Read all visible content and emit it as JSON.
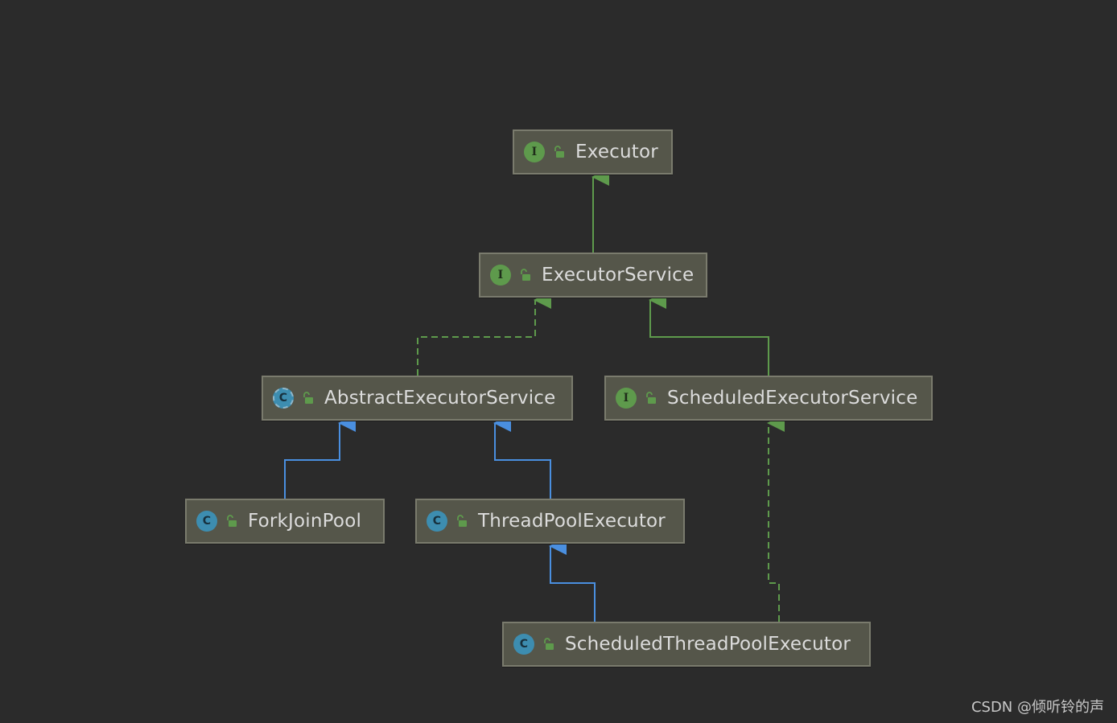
{
  "nodes": {
    "executor": {
      "kind_letter": "I",
      "label": "Executor"
    },
    "executor_service": {
      "kind_letter": "I",
      "label": "ExecutorService"
    },
    "abstract_executor_service": {
      "kind_letter": "C",
      "label": "AbstractExecutorService"
    },
    "scheduled_executor_service": {
      "kind_letter": "I",
      "label": "ScheduledExecutorService"
    },
    "fork_join_pool": {
      "kind_letter": "C",
      "label": "ForkJoinPool"
    },
    "thread_pool_executor": {
      "kind_letter": "C",
      "label": "ThreadPoolExecutor"
    },
    "scheduled_thread_pool_executor": {
      "kind_letter": "C",
      "label": "ScheduledThreadPoolExecutor"
    }
  },
  "edges": [
    {
      "from": "executor_service",
      "to": "executor",
      "type": "extends-interface"
    },
    {
      "from": "abstract_executor_service",
      "to": "executor_service",
      "type": "implements"
    },
    {
      "from": "scheduled_executor_service",
      "to": "executor_service",
      "type": "extends-interface"
    },
    {
      "from": "fork_join_pool",
      "to": "abstract_executor_service",
      "type": "extends-class"
    },
    {
      "from": "thread_pool_executor",
      "to": "abstract_executor_service",
      "type": "extends-class"
    },
    {
      "from": "scheduled_thread_pool_executor",
      "to": "thread_pool_executor",
      "type": "extends-class"
    },
    {
      "from": "scheduled_thread_pool_executor",
      "to": "scheduled_executor_service",
      "type": "implements"
    }
  ],
  "colors": {
    "background": "#2b2b2b",
    "node_fill": "#55564a",
    "interface_edge": "#5e9a4c",
    "class_edge": "#4a8fe0",
    "interface_icon": "#5e9a4c",
    "class_icon": "#3d8db0"
  },
  "watermark": "CSDN @倾听铃的声"
}
